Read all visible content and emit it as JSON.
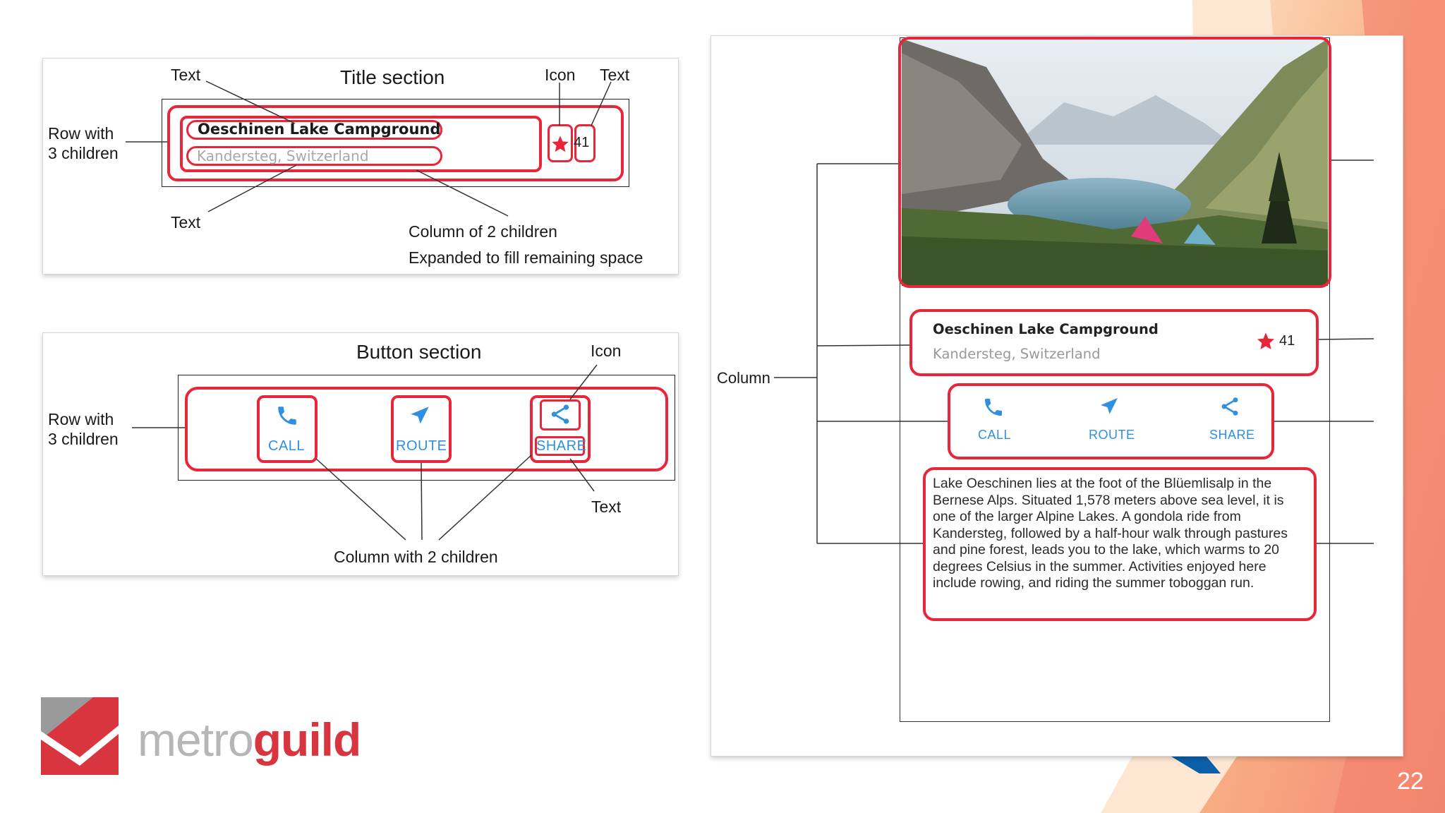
{
  "title_diagram": {
    "heading": "Title section",
    "label_text_top": "Text",
    "label_icon": "Icon",
    "label_text_right": "Text",
    "label_row": "Row with\n3 children",
    "label_text_bottom": "Text",
    "label_column": "Column of 2 children",
    "label_expanded": "Expanded to fill remaining space",
    "name": "Oeschinen Lake Campground",
    "location": "Kandersteg, Switzerland",
    "count": "41"
  },
  "button_diagram": {
    "heading": "Button section",
    "label_icon": "Icon",
    "label_row": "Row with\n3 children",
    "label_text": "Text",
    "label_column": "Column with 2 children",
    "buttons": [
      "CALL",
      "ROUTE",
      "SHARE"
    ]
  },
  "app_diagram": {
    "label_column": "Column",
    "name": "Oeschinen Lake Campground",
    "location": "Kandersteg, Switzerland",
    "count": "41",
    "buttons": [
      "CALL",
      "ROUTE",
      "SHARE"
    ],
    "description": "Lake Oeschinen lies at the foot of the Blüemlisalp in the Bernese Alps. Situated 1,578 meters above sea level, it is one of the larger Alpine Lakes. A gondola ride from Kandersteg, followed by a half-hour walk through pastures and pine forest, leads you to the lake, which warms to 20 degrees Celsius in the summer. Activities enjoyed here include rowing, and riding the summer toboggan run."
  },
  "logo": {
    "part1": "metro",
    "part2": "guild"
  },
  "slide_number": "22",
  "colors": {
    "accent_red": "#e8263a",
    "button_blue": "#2f8fe0",
    "star_red": "#e8263a"
  }
}
